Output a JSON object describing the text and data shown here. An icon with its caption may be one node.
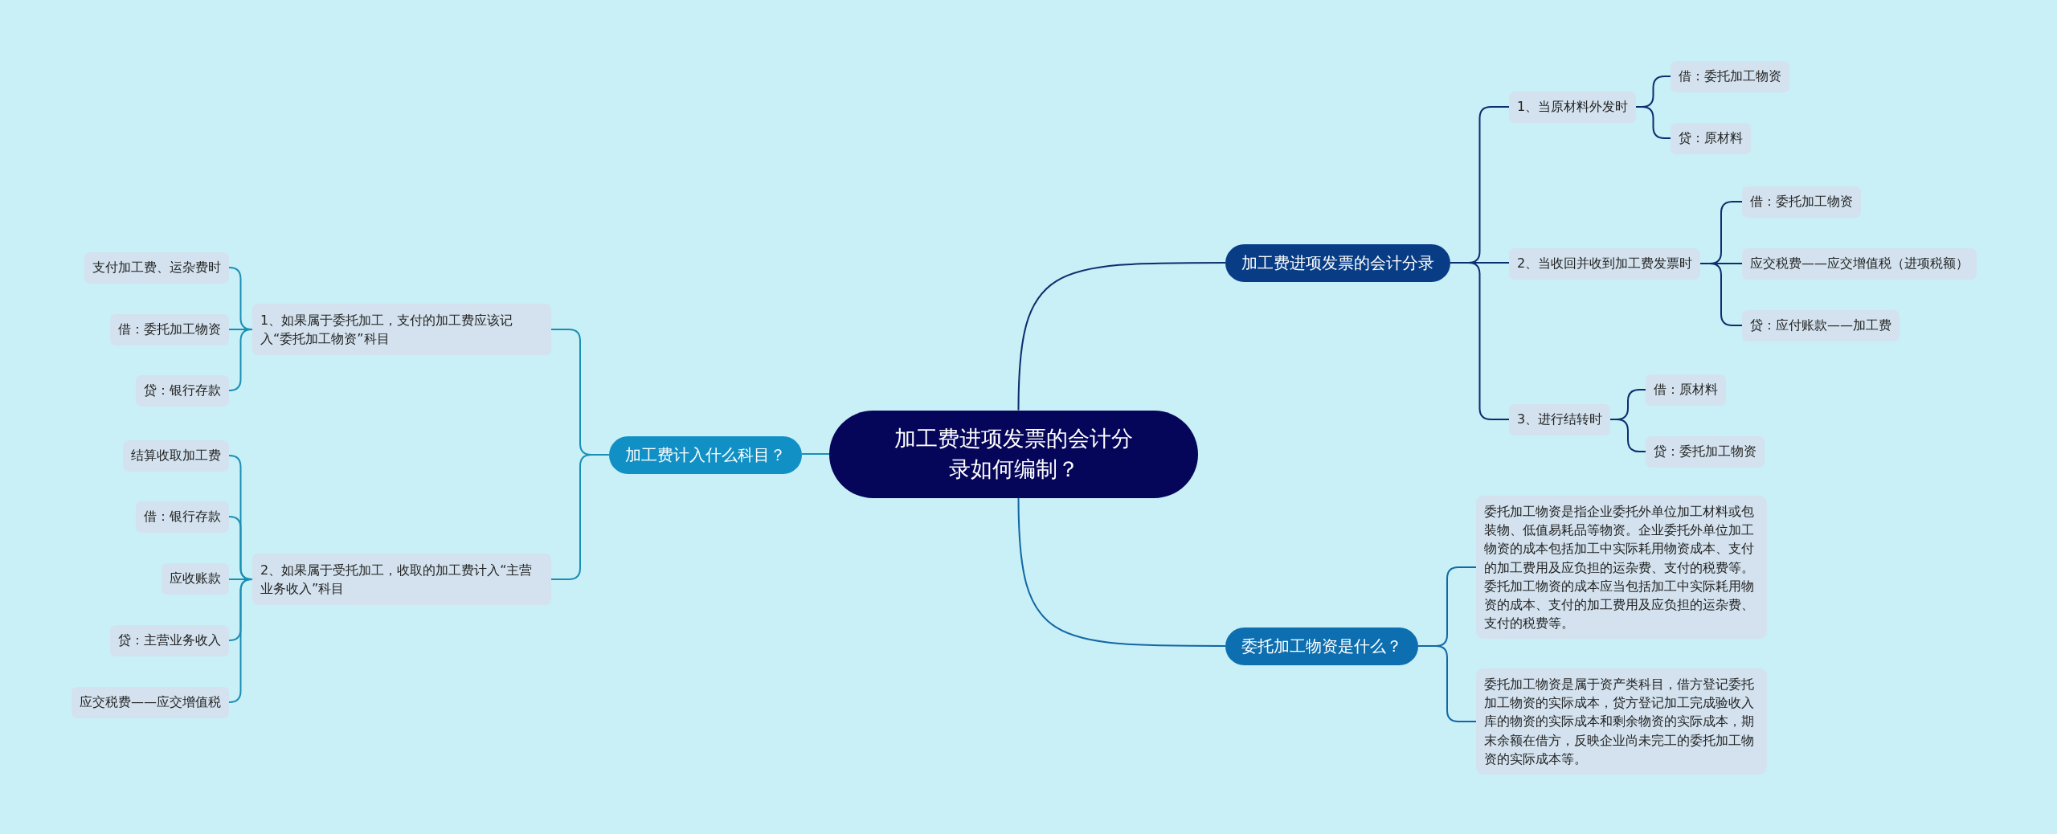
{
  "diagram": {
    "nodes": [
      {
        "text": [
          "加工费进项发票的会计分录如何编制？"
        ]
      },
      {
        "text": [
          "加工费进项发票的会计分录"
        ]
      },
      {
        "text": [
          "1、当原材料外发时"
        ]
      },
      {
        "text": [
          "借：委托加工物资"
        ]
      },
      {
        "text": [
          "贷：原材料"
        ]
      },
      {
        "text": [
          "2、当收回并收到加工费发票时"
        ]
      },
      {
        "text": [
          "借：委托加工物资"
        ]
      },
      {
        "text": [
          "应交税费——应交增值税（进项税额）"
        ]
      },
      {
        "text": [
          "贷：应付账款——加工费"
        ]
      },
      {
        "text": [
          "3、进行结转时"
        ]
      },
      {
        "text": [
          "借：原材料"
        ]
      },
      {
        "text": [
          "贷：委托加工物资"
        ]
      },
      {
        "text": [
          "委托加工物资是什么？"
        ]
      },
      {
        "text": [
          "委托加工物资是指企业委托外单位加工材料或包装物、低值易耗品等物资。企业委托外单位加工物资的成本包括加工中实际耗用物资成本、支付的加工费用及应负担的运杂费、支付的税费等。委托加工物资的成本应当包括加工中实际耗用物资的成本、支付的加工费用及应负担的运杂费、支付的税费等。"
        ]
      },
      {
        "text": [
          "委托加工物资是属于资产类科目，借方登记委托加工物资的实际成本，贷方登记加工完成验收入库的物资的实际成本和剩余物资的实际成本，期末余额在借方，反映企业尚未完工的委托加工物资的实际成本等。"
        ]
      },
      {
        "text": [
          "加工费计入什么科目？"
        ]
      },
      {
        "text": [
          "1、如果属于委托加工，支付的加工费应该记入“委托加工物资”科目"
        ]
      },
      {
        "text": [
          "支付加工费、运杂费时"
        ]
      },
      {
        "text": [
          "借：委托加工物资"
        ]
      },
      {
        "text": [
          "贷：银行存款"
        ]
      },
      {
        "text": [
          "2、如果属于受托加工，收取的加工费计入“主营业务收入”科目"
        ]
      },
      {
        "text": [
          "结算收取加工费"
        ]
      },
      {
        "text": [
          "借：银行存款"
        ]
      },
      {
        "text": [
          "应收账款"
        ]
      },
      {
        "text": [
          "贷：主营业务收入"
        ]
      },
      {
        "text": [
          "应交税费——应交增值税"
        ]
      }
    ],
    "edges": [
      {
        "from": 0,
        "to": 1,
        "arrow": "none",
        "color": "#0b2e6e"
      },
      {
        "from": 1,
        "to": 2,
        "arrow": "none",
        "color": "#0b2e6e"
      },
      {
        "from": 2,
        "to": 3,
        "arrow": "none",
        "color": "#0b2e6e"
      },
      {
        "from": 2,
        "to": 4,
        "arrow": "none",
        "color": "#0b2e6e"
      },
      {
        "from": 1,
        "to": 5,
        "arrow": "none",
        "color": "#0b2e6e"
      },
      {
        "from": 5,
        "to": 6,
        "arrow": "none",
        "color": "#0b2e6e"
      },
      {
        "from": 5,
        "to": 7,
        "arrow": "none",
        "color": "#0b2e6e"
      },
      {
        "from": 5,
        "to": 8,
        "arrow": "none",
        "color": "#0b2e6e"
      },
      {
        "from": 1,
        "to": 9,
        "arrow": "none",
        "color": "#0b2e6e"
      },
      {
        "from": 9,
        "to": 10,
        "arrow": "none",
        "color": "#0b2e6e"
      },
      {
        "from": 9,
        "to": 11,
        "arrow": "none",
        "color": "#0b2e6e"
      },
      {
        "from": 0,
        "to": 12,
        "arrow": "none",
        "color": "#1268a6"
      },
      {
        "from": 12,
        "to": 13,
        "arrow": "none",
        "color": "#1268a6"
      },
      {
        "from": 12,
        "to": 14,
        "arrow": "none",
        "color": "#1268a6"
      },
      {
        "from": 0,
        "to": 15,
        "arrow": "none",
        "color": "#1a8fb5"
      },
      {
        "from": 15,
        "to": 16,
        "arrow": "none",
        "color": "#1a8fb5"
      },
      {
        "from": 16,
        "to": 17,
        "arrow": "none",
        "color": "#1a8fb5"
      },
      {
        "from": 16,
        "to": 18,
        "arrow": "none",
        "color": "#1a8fb5"
      },
      {
        "from": 16,
        "to": 19,
        "arrow": "none",
        "color": "#1a8fb5"
      },
      {
        "from": 15,
        "to": 20,
        "arrow": "none",
        "color": "#1a8fb5"
      },
      {
        "from": 20,
        "to": 21,
        "arrow": "none",
        "color": "#1a8fb5"
      },
      {
        "from": 20,
        "to": 22,
        "arrow": "none",
        "color": "#1a8fb5"
      },
      {
        "from": 20,
        "to": 23,
        "arrow": "none",
        "color": "#1a8fb5"
      },
      {
        "from": 20,
        "to": 24,
        "arrow": "none",
        "color": "#1a8fb5"
      },
      {
        "from": 20,
        "to": 25,
        "arrow": "none",
        "color": "#1a8fb5"
      }
    ]
  }
}
